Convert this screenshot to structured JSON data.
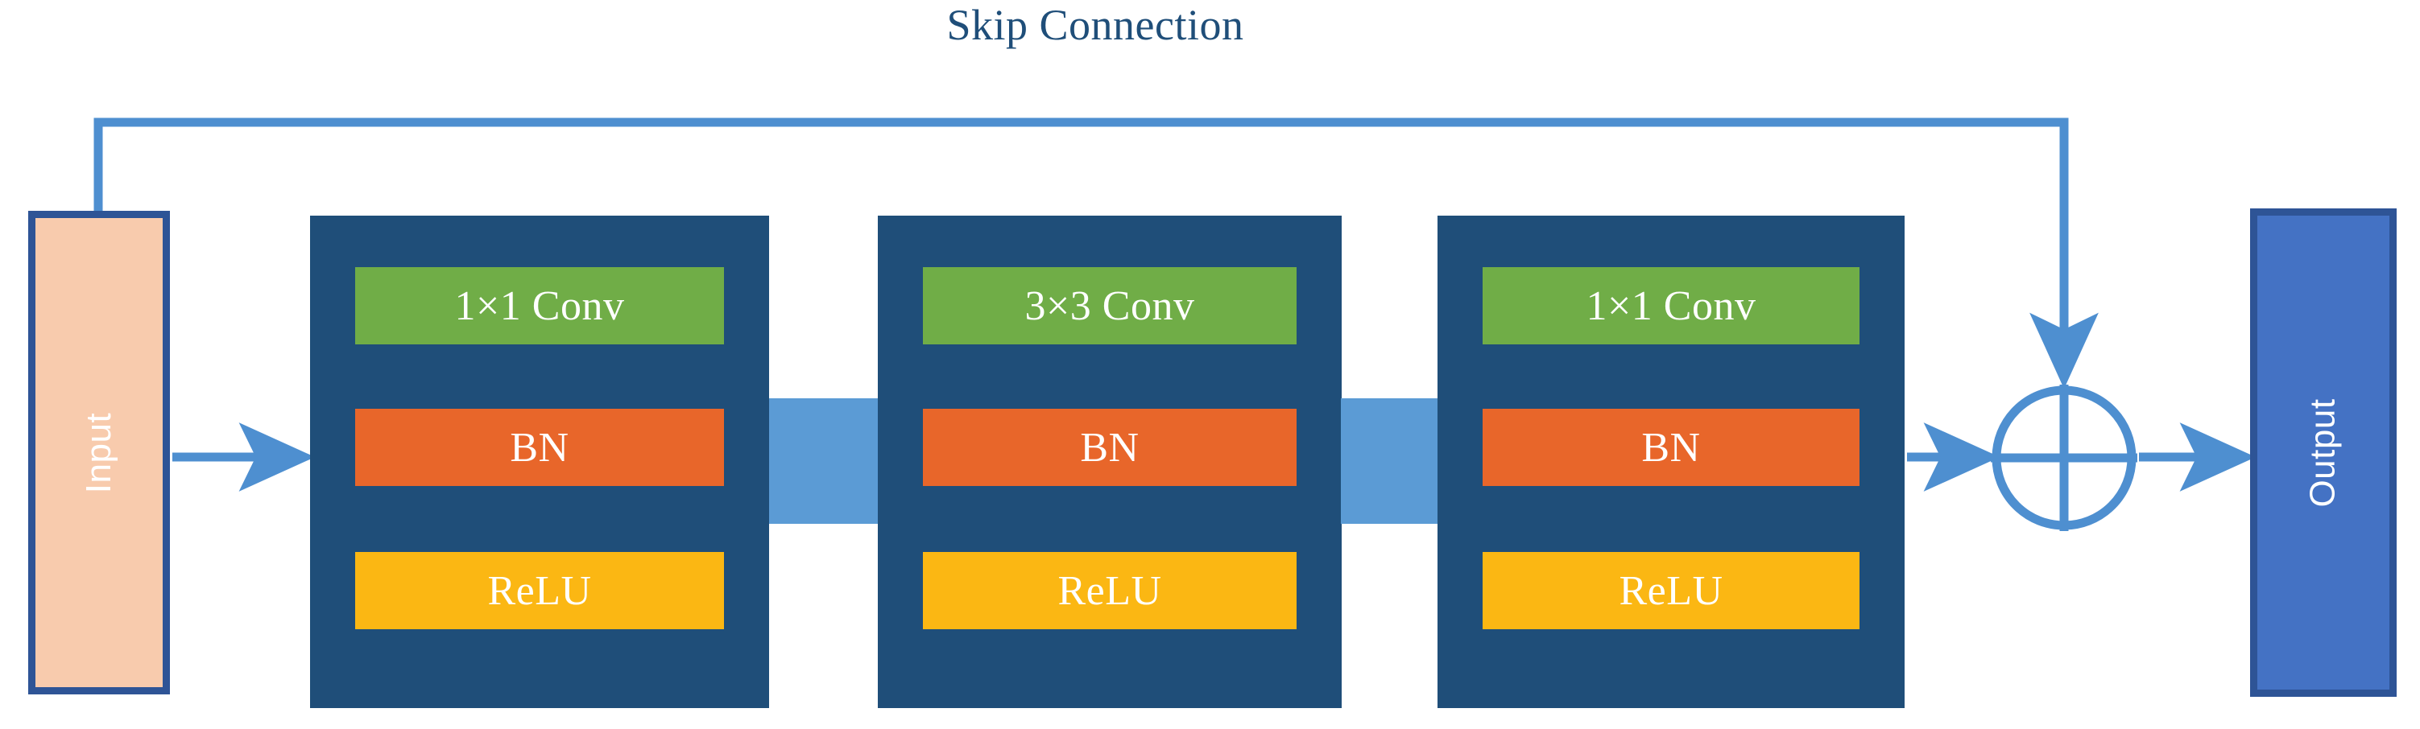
{
  "diagram": {
    "title": "Skip Connection",
    "input_label": "Input",
    "output_label": "Output",
    "sum_symbol": "plus-circle",
    "stages": [
      {
        "conv": "1×1 Conv",
        "bn": "BN",
        "relu": "ReLU"
      },
      {
        "conv": "3×3 Conv",
        "bn": "BN",
        "relu": "ReLU"
      },
      {
        "conv": "1×1 Conv",
        "bn": "BN",
        "relu": "ReLU"
      }
    ],
    "colors": {
      "title_text": "#1F4E79",
      "stage_background": "#1F4E79",
      "conv": "#70AD47",
      "bn": "#E8662A",
      "relu": "#FBB713",
      "input_fill": "#F8CBAD",
      "output_fill": "#4472C4",
      "box_border": "#2E5496",
      "arrow": "#5B9BD5",
      "connector": "#5B9BD5",
      "canvas": "#FFFFFF"
    }
  }
}
